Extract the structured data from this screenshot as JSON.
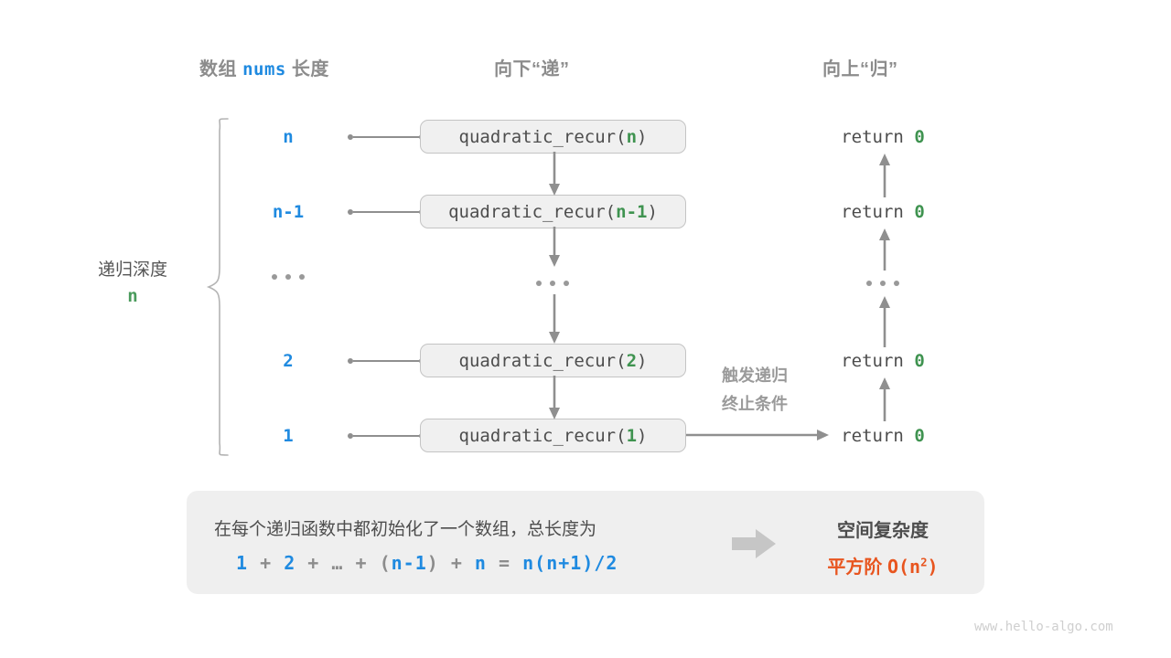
{
  "headers": {
    "left_prefix": "数组",
    "left_mono": "nums",
    "left_suffix": "长度",
    "middle": "向下“递”",
    "right": "向上“归”"
  },
  "depth": {
    "label": "递归深度",
    "value": "n"
  },
  "rows": [
    {
      "arg": "n",
      "call_prefix": "quadratic_recur(",
      "call_arg": "n",
      "call_suffix": ")",
      "ret_prefix": "return ",
      "ret_value": "0"
    },
    {
      "arg": "n-1",
      "call_prefix": "quadratic_recur(",
      "call_arg": "n-1",
      "call_suffix": ")",
      "ret_prefix": "return ",
      "ret_value": "0"
    },
    {
      "arg": "...",
      "call_prefix": "",
      "call_arg": "",
      "call_suffix": "",
      "ret_prefix": "",
      "ret_value": ""
    },
    {
      "arg": "2",
      "call_prefix": "quadratic_recur(",
      "call_arg": "2",
      "call_suffix": ")",
      "ret_prefix": "return ",
      "ret_value": "0"
    },
    {
      "arg": "1",
      "call_prefix": "quadratic_recur(",
      "call_arg": "1",
      "call_suffix": ")",
      "ret_prefix": "return ",
      "ret_value": "0"
    }
  ],
  "note": {
    "line1": "触发递归",
    "line2": "终止条件"
  },
  "summary": {
    "description": "在每个递归函数中都初始化了一个数组，总长度为",
    "formula": {
      "t1": "1",
      "op1": "+",
      "t2": "2",
      "op2": "+",
      "ell": "…",
      "op3": "+",
      "lparen": "(",
      "t3": "n-1",
      "rparen": ")",
      "op4": "+",
      "t4": "n",
      "eq": "=",
      "t5": "n(n+1)/2"
    },
    "formula_plain": "1 + 2 + … + (n-1) + n = n(n+1)/2",
    "result_title": "空间复杂度",
    "result_prefix": "平方阶",
    "result_value": "O(n²)"
  },
  "watermark": "www.hello-algo.com",
  "colors": {
    "blue": "#1f8ae0",
    "green": "#3f9350",
    "orange": "#e8551f",
    "gray_text": "#4d4d4d",
    "gray_muted": "#8c8c8c",
    "box_fill": "#f0f0f0",
    "box_border": "#c4c4c4",
    "panel_fill": "#efefef",
    "arrow": "#8f8f8f"
  }
}
